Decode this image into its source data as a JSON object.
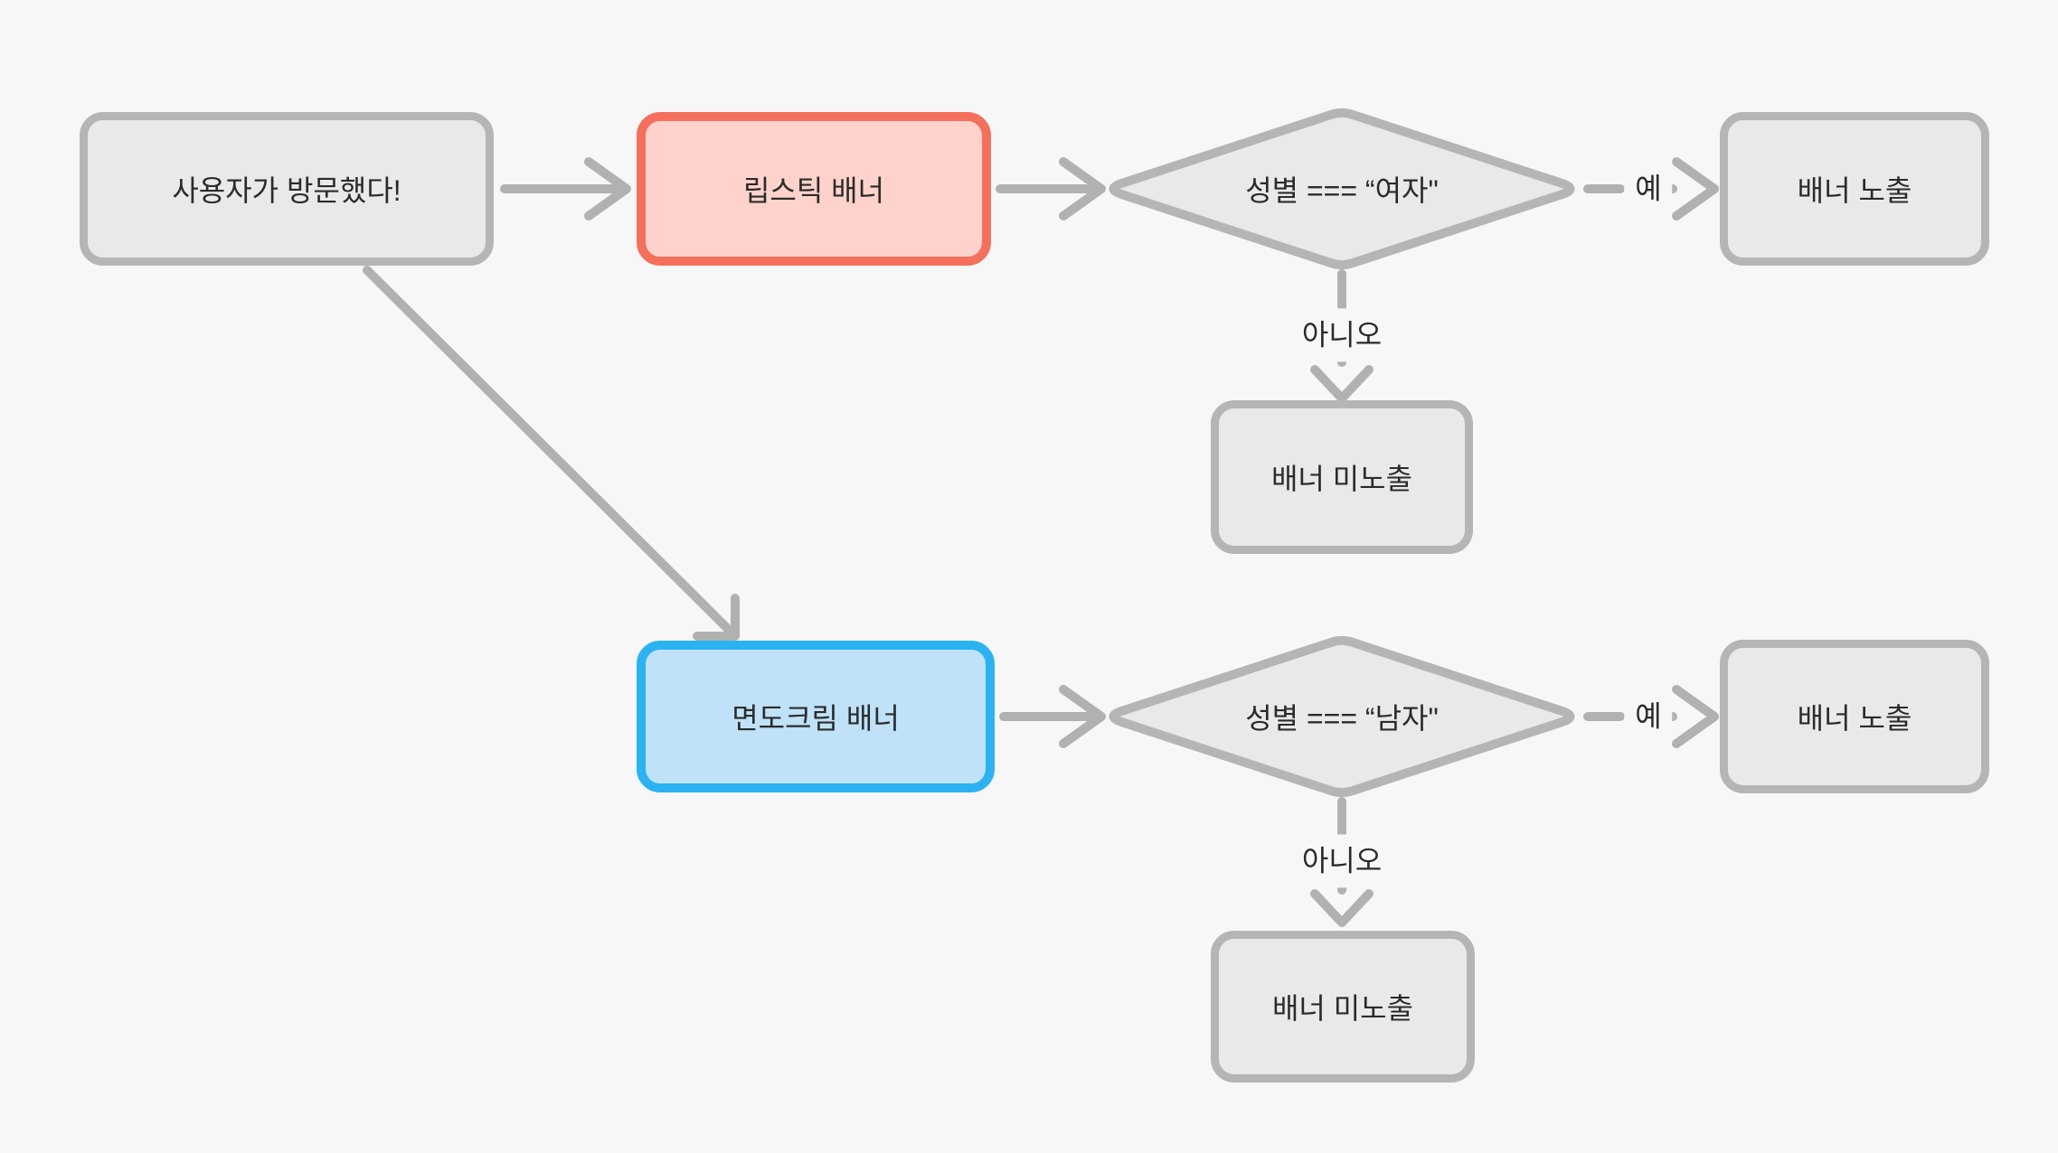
{
  "diagram": {
    "background": "#f7f7f8",
    "palette": {
      "node_fill": "#e9e9e9",
      "node_border": "#b5b5b5",
      "arrow": "#b1b1b1",
      "text": "#2b2b2b",
      "lipstick_fill": "#ffd3cc",
      "lipstick_border": "#f4705c",
      "shaving_fill": "#bfe2f8",
      "shaving_border": "#2bb3f1"
    },
    "nodes": {
      "start": {
        "label": "사용자가 방문했다!"
      },
      "lipstick_banner": {
        "label": "립스틱 배너"
      },
      "shaving_banner": {
        "label": "면도크림 배너"
      },
      "decision_female": {
        "label": "성별 === “여자\""
      },
      "decision_male": {
        "label": "성별 === “남자\""
      },
      "show_female": {
        "label": "배너 노출"
      },
      "hide_female": {
        "label": "배너 미노출"
      },
      "show_male": {
        "label": "배너 노출"
      },
      "hide_male": {
        "label": "배너 미노출"
      }
    },
    "edge_labels": {
      "yes_female": "예",
      "no_female": "아니오",
      "yes_male": "예",
      "no_male": "아니오"
    }
  }
}
